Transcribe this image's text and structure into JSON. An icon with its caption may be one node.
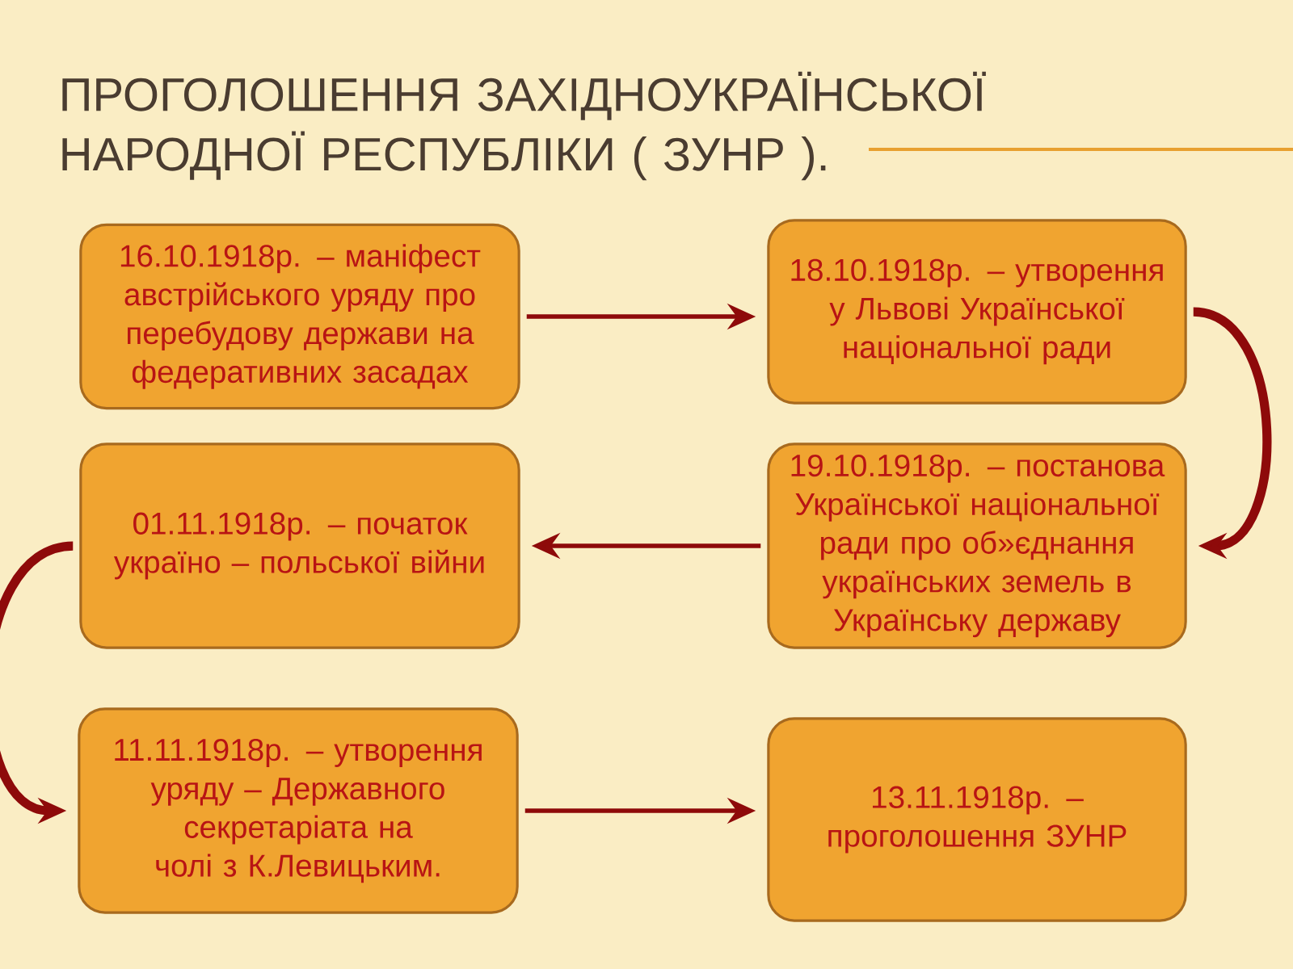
{
  "diagram": {
    "title": "ПРОГОЛОШЕННЯ ЗАХІДНОУКРАЇНСЬКОЇ НАРОДНОЇ РЕСПУБЛІКИ ( ЗУНР ).",
    "nodes": [
      {
        "text": [
          "16.10.1918р.  – маніфест австрійського уряду про перебудову держави на федеративних засадах"
        ]
      },
      {
        "text": [
          "18.10.1918р.  – утворення у Львові Української національної ради"
        ]
      },
      {
        "text": [
          "01.11.1918р.  – початок україно – польської війни"
        ]
      },
      {
        "text": [
          "19.10.1918р.  – постанова Української національної ради про об»єднання українських земель в Українську державу"
        ]
      },
      {
        "text": [
          "11.11.1918р.  – утворення уряду – Державного секретаріата на чолі з К.Левицьким."
        ]
      },
      {
        "text": [
          "13.11.1918р.  – проголошення ЗУНР"
        ]
      }
    ],
    "edges": [
      {
        "from": 0,
        "to": 1,
        "arrow": "to"
      },
      {
        "from": 1,
        "to": 3,
        "arrow": "to",
        "style": "thick"
      },
      {
        "from": 3,
        "to": 2,
        "arrow": "to"
      },
      {
        "from": 2,
        "to": 4,
        "arrow": "to",
        "style": "thick"
      },
      {
        "from": 4,
        "to": 5,
        "arrow": "to"
      }
    ]
  }
}
